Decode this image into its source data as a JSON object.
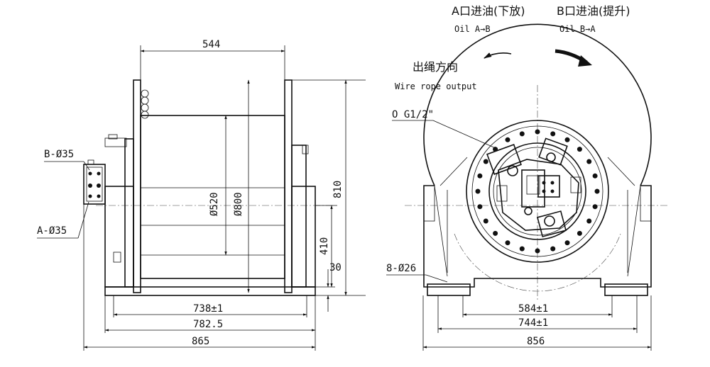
{
  "legend": {
    "port_a_title": "A口进油(下放)",
    "port_a_sub": "Oil A→B",
    "port_b_title": "B口进油(提升)",
    "port_b_sub": "Oil B→A",
    "rope_title": "出绳方向",
    "rope_sub": "Wire rope output"
  },
  "side_view": {
    "dim_top": "544",
    "dim_drum_dia": "Ø520",
    "dim_flange_dia": "Ø800",
    "dim_height": "810",
    "dim_center_height": "410",
    "dim_base_thk": "30",
    "port_b": "B-Ø35",
    "port_a": "A-Ø35",
    "dim_738": "738±1",
    "dim_782": "782.5",
    "dim_865": "865"
  },
  "end_view": {
    "oil_port": "O G1/2\"",
    "mount_holes": "8-Ø26",
    "dim_584": "584±1",
    "dim_744": "744±1",
    "dim_856": "856"
  }
}
